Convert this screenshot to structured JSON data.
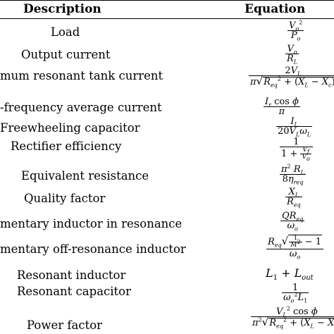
{
  "header": {
    "description": "Description",
    "equation": "Equation"
  },
  "rows": [
    {
      "description": "Load"
    },
    {
      "description": "Output current"
    },
    {
      "description": "mum resonant tank current"
    },
    {
      "description": "-frequency average current"
    },
    {
      "description": "Freewheeling capacitor"
    },
    {
      "description": "Rectifier efficiency"
    },
    {
      "description": "Equivalent resistance"
    },
    {
      "description": "Quality factor"
    },
    {
      "description": "mentary inductor in resonance"
    },
    {
      "description": "mentary off-resonance inductor"
    },
    {
      "description": "Resonant inductor"
    },
    {
      "description": "Resonant capacitor"
    },
    {
      "description": "Power factor"
    }
  ]
}
